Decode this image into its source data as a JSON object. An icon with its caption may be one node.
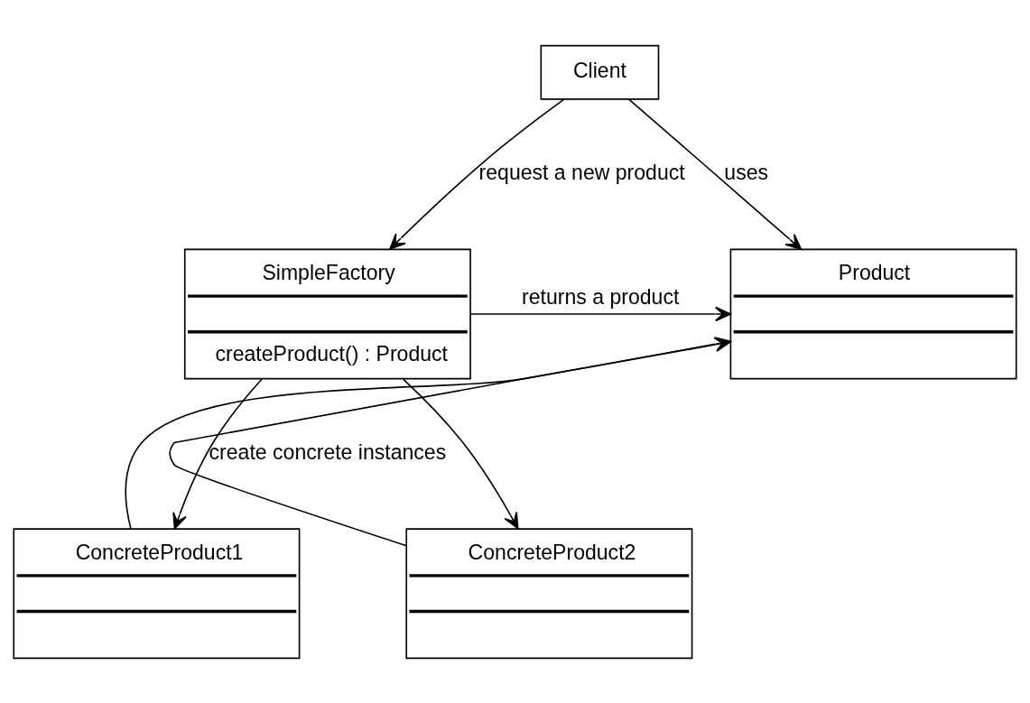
{
  "diagram": {
    "nodes": [
      {
        "text": [
          "Client"
        ]
      },
      {
        "text": [
          "Product"
        ]
      },
      {
        "text": [
          "SimpleFactory",
          "createProduct() : Product"
        ]
      },
      {
        "text": [
          "ConcreteProduct1"
        ]
      },
      {
        "text": [
          "ConcreteProduct2"
        ]
      }
    ],
    "edges": [
      {
        "from": 0,
        "to": 1,
        "arrow": "to",
        "label": "uses"
      },
      {
        "from": 0,
        "to": 2,
        "arrow": "to",
        "label": "request a new product"
      },
      {
        "from": 2,
        "to": 1,
        "arrow": "to",
        "label": "returns a product"
      },
      {
        "from": 3,
        "to": 1,
        "arrow": "to"
      },
      {
        "from": 4,
        "to": 1,
        "arrow": "to"
      },
      {
        "from": 2,
        "to": 3,
        "arrow": "to",
        "label": "create concrete instances"
      },
      {
        "from": 2,
        "to": 4,
        "arrow": "to"
      }
    ]
  }
}
